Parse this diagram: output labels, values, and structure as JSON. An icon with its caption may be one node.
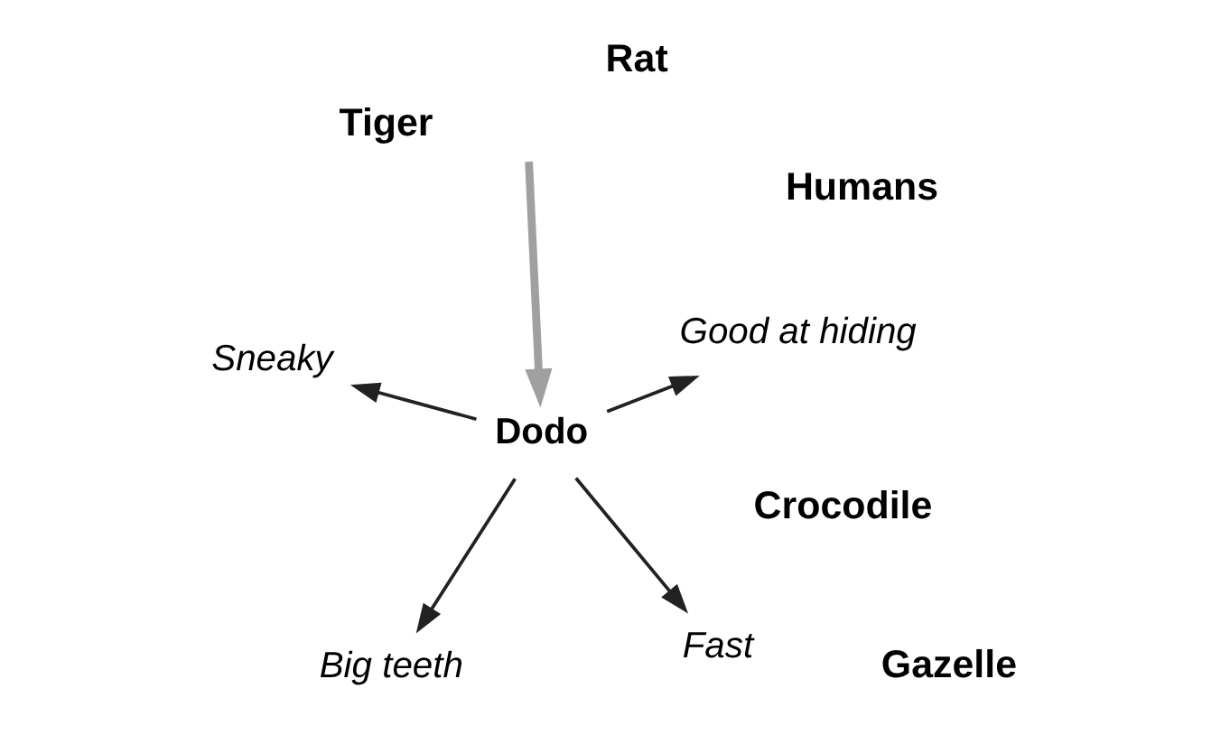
{
  "diagram": {
    "nodes": [
      {
        "text": [
          "Dodo"
        ]
      },
      {
        "text": [
          "Fast"
        ]
      },
      {
        "text": [
          "Big teeth"
        ]
      },
      {
        "text": [
          "Sneaky"
        ]
      },
      {
        "text": [
          "Good at hiding"
        ]
      }
    ],
    "edges": [
      {
        "from": 0,
        "to": 1,
        "arrow": "to"
      },
      {
        "from": 0,
        "to": 2,
        "arrow": "to"
      },
      {
        "from": 0,
        "to": 3,
        "arrow": "to"
      },
      {
        "from": 0,
        "to": 4,
        "arrow": "to"
      },
      {
        "from": null,
        "to": 0,
        "arrow": "to",
        "style": "thick",
        "color": "#a0a0a0"
      }
    ],
    "labels": [
      "Tiger",
      "Gazelle",
      "Crocodile",
      "Humans",
      "Rat"
    ]
  }
}
